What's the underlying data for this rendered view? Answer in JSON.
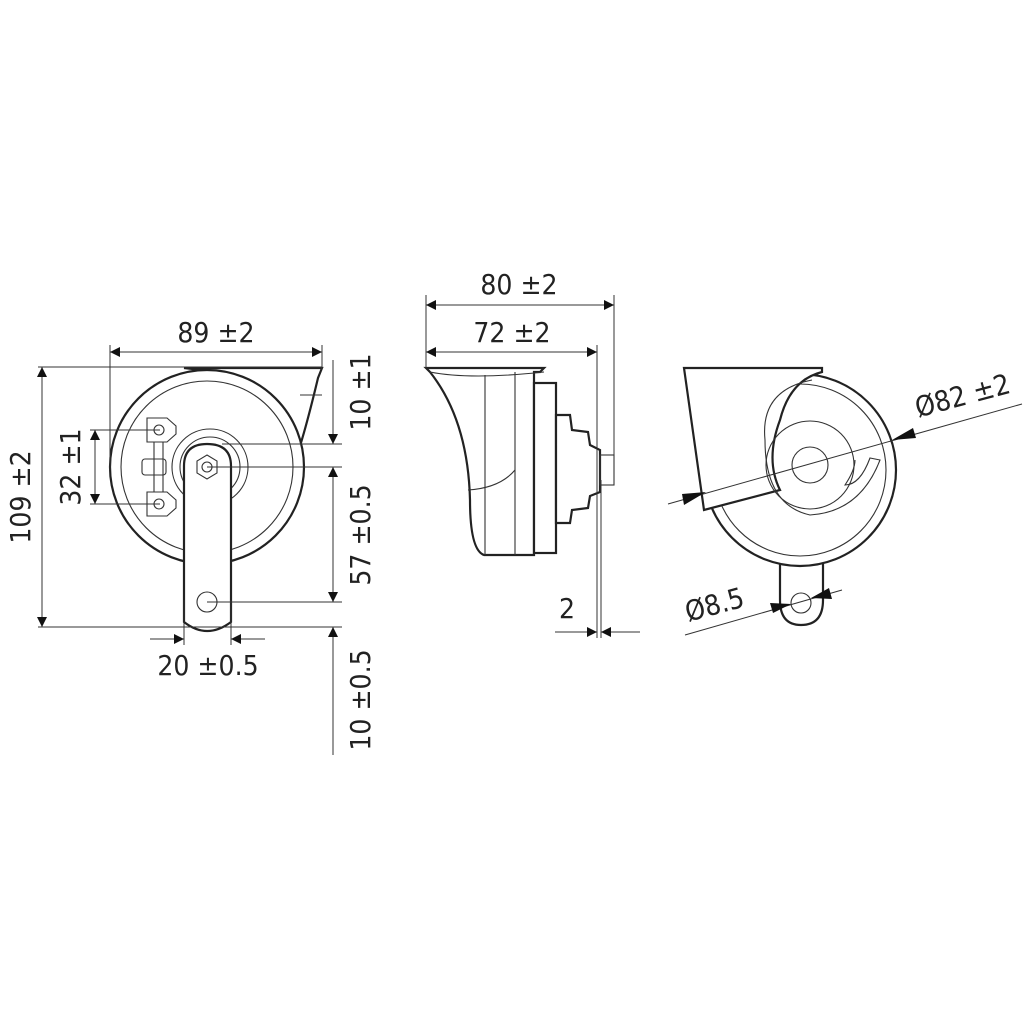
{
  "drawing": {
    "subject": "Horn technical drawing",
    "line_color": "#222222",
    "background": "#ffffff"
  },
  "views": {
    "front": {
      "dimensions": {
        "width": "89 ±2",
        "height": "109 ±2",
        "terminal_spacing": "32 ±1",
        "bracket_width": "20 ±0.5",
        "top_offset": "10 ±1",
        "mount_to_hole": "57 ±0.5",
        "bottom_offset": "10 ±0.5"
      }
    },
    "side": {
      "dimensions": {
        "overall_depth": "80 ±2",
        "body_depth": "72 ±2",
        "bracket_thickness": "2"
      }
    },
    "rear": {
      "dimensions": {
        "diameter": "Ø82 ±2",
        "hole_diameter": "Ø8.5"
      }
    }
  }
}
